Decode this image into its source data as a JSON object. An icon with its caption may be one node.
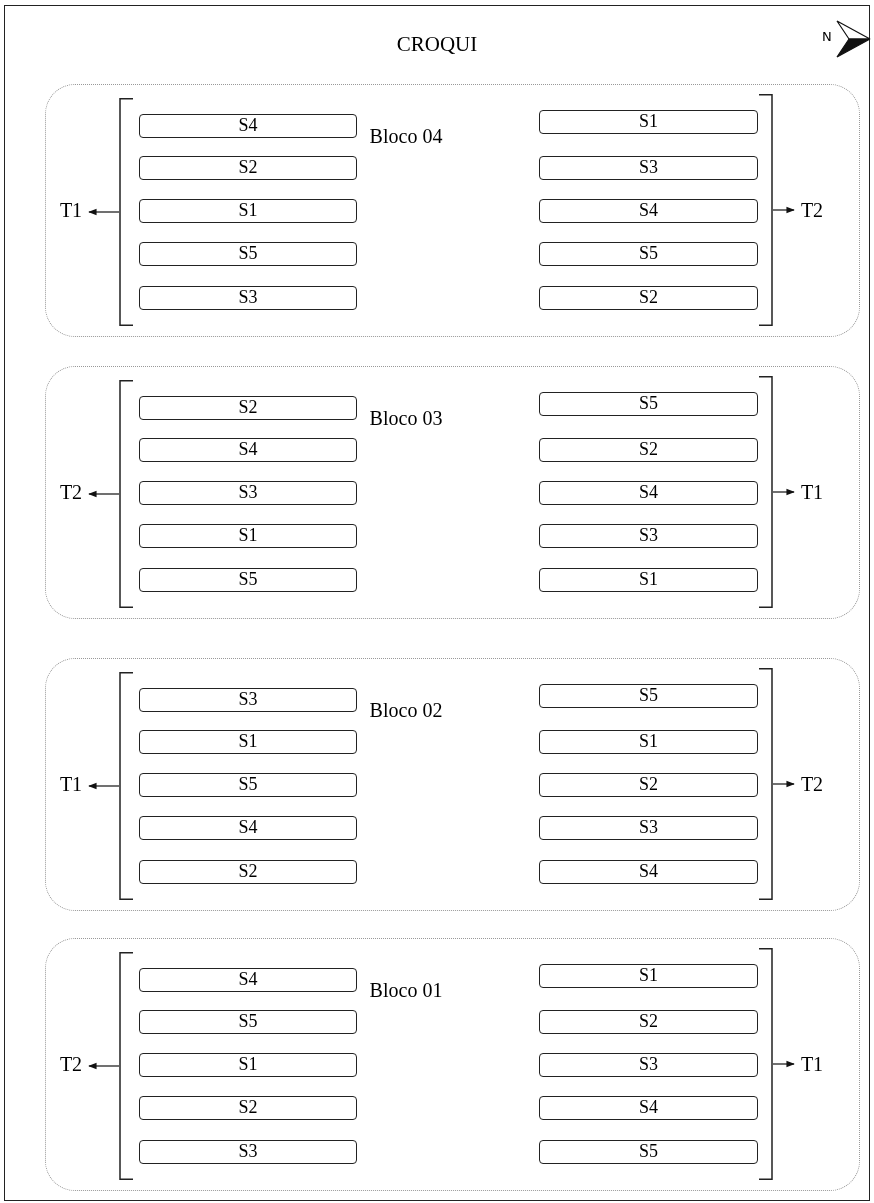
{
  "diagram": {
    "title": "CROQUI",
    "nodes": [
      {
        "text": [
          "Bloco 04"
        ]
      },
      {
        "text": [
          "T1"
        ],
        "in": 0
      },
      {
        "text": [],
        "shape": "bracket",
        "in": 0
      },
      {
        "text": [
          "S4"
        ],
        "in": 0
      },
      {
        "text": [
          "S2"
        ],
        "in": 0
      },
      {
        "text": [
          "S1"
        ],
        "in": 0
      },
      {
        "text": [
          "S5"
        ],
        "in": 0
      },
      {
        "text": [
          "S3"
        ],
        "in": 0
      },
      {
        "text": [
          "S1"
        ],
        "in": 0
      },
      {
        "text": [
          "S3"
        ],
        "in": 0
      },
      {
        "text": [
          "S4"
        ],
        "in": 0
      },
      {
        "text": [
          "S5"
        ],
        "in": 0
      },
      {
        "text": [
          "S2"
        ],
        "in": 0
      },
      {
        "text": [],
        "shape": "bracket",
        "in": 0
      },
      {
        "text": [
          "T2"
        ],
        "in": 0
      },
      {
        "text": [
          "Bloco 03"
        ]
      },
      {
        "text": [
          "T2"
        ],
        "in": 15
      },
      {
        "text": [],
        "shape": "bracket",
        "in": 15
      },
      {
        "text": [
          "S2"
        ],
        "in": 15
      },
      {
        "text": [
          "S4"
        ],
        "in": 15
      },
      {
        "text": [
          "S3"
        ],
        "in": 15
      },
      {
        "text": [
          "S1"
        ],
        "in": 15
      },
      {
        "text": [
          "S5"
        ],
        "in": 15
      },
      {
        "text": [
          "S5"
        ],
        "in": 15
      },
      {
        "text": [
          "S2"
        ],
        "in": 15
      },
      {
        "text": [
          "S4"
        ],
        "in": 15
      },
      {
        "text": [
          "S3"
        ],
        "in": 15
      },
      {
        "text": [
          "S1"
        ],
        "in": 15
      },
      {
        "text": [],
        "shape": "bracket",
        "in": 15
      },
      {
        "text": [
          "T1"
        ],
        "in": 15
      },
      {
        "text": [
          "Bloco 02"
        ]
      },
      {
        "text": [
          "T1"
        ],
        "in": 30
      },
      {
        "text": [],
        "shape": "bracket",
        "in": 30
      },
      {
        "text": [
          "S3"
        ],
        "in": 30
      },
      {
        "text": [
          "S1"
        ],
        "in": 30
      },
      {
        "text": [
          "S5"
        ],
        "in": 30
      },
      {
        "text": [
          "S4"
        ],
        "in": 30
      },
      {
        "text": [
          "S2"
        ],
        "in": 30
      },
      {
        "text": [
          "S5"
        ],
        "in": 30
      },
      {
        "text": [
          "S1"
        ],
        "in": 30
      },
      {
        "text": [
          "S2"
        ],
        "in": 30
      },
      {
        "text": [
          "S3"
        ],
        "in": 30
      },
      {
        "text": [
          "S4"
        ],
        "in": 30
      },
      {
        "text": [],
        "shape": "bracket",
        "in": 30
      },
      {
        "text": [
          "T2"
        ],
        "in": 30
      },
      {
        "text": [
          "Bloco 01"
        ]
      },
      {
        "text": [
          "T2"
        ],
        "in": 45
      },
      {
        "text": [],
        "shape": "bracket",
        "in": 45
      },
      {
        "text": [
          "S4"
        ],
        "in": 45
      },
      {
        "text": [
          "S5"
        ],
        "in": 45
      },
      {
        "text": [
          "S1"
        ],
        "in": 45
      },
      {
        "text": [
          "S2"
        ],
        "in": 45
      },
      {
        "text": [
          "S3"
        ],
        "in": 45
      },
      {
        "text": [
          "S1"
        ],
        "in": 45
      },
      {
        "text": [
          "S2"
        ],
        "in": 45
      },
      {
        "text": [
          "S3"
        ],
        "in": 45
      },
      {
        "text": [
          "S4"
        ],
        "in": 45
      },
      {
        "text": [
          "S5"
        ],
        "in": 45
      },
      {
        "text": [],
        "shape": "bracket",
        "in": 45
      },
      {
        "text": [
          "T1"
        ],
        "in": 45
      }
    ],
    "edges": [
      {
        "from": 2,
        "to": 1,
        "arrow": "to"
      },
      {
        "from": 13,
        "to": 14,
        "arrow": "to"
      },
      {
        "from": 17,
        "to": 16,
        "arrow": "to"
      },
      {
        "from": 28,
        "to": 29,
        "arrow": "to"
      },
      {
        "from": 32,
        "to": 31,
        "arrow": "to"
      },
      {
        "from": 43,
        "to": 44,
        "arrow": "to"
      },
      {
        "from": 47,
        "to": 46,
        "arrow": "to"
      },
      {
        "from": 58,
        "to": 59,
        "arrow": "to"
      }
    ],
    "labels": [
      "N"
    ]
  }
}
